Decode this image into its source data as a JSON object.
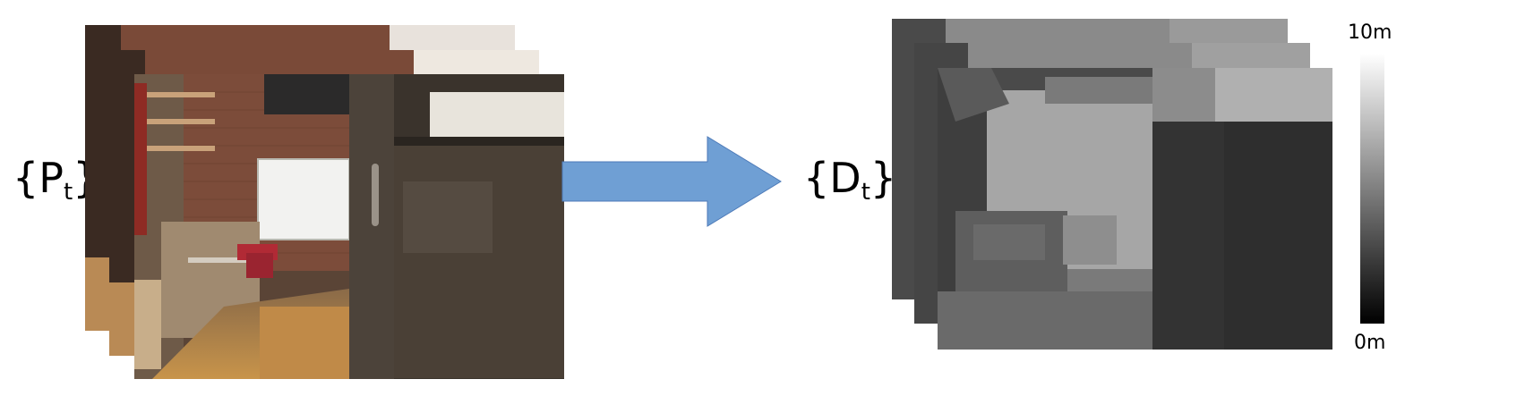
{
  "input_label": {
    "open": "{P",
    "sub": "t",
    "close": "}"
  },
  "output_label": {
    "open": "{D",
    "sub": "t",
    "close": "}"
  },
  "colorbar": {
    "max_label": "10m",
    "min_label": "0m"
  },
  "colors": {
    "arrow": "#6f9fd4",
    "arrow_stroke": "#4d7ab8"
  }
}
